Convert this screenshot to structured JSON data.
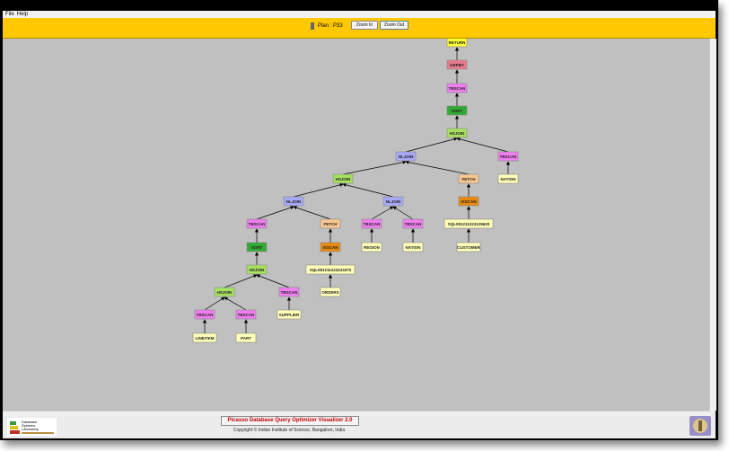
{
  "menu": {
    "file": "File",
    "help": "Help"
  },
  "toolbar": {
    "plan_label": "Plan : P33",
    "zoom_in": "Zoom In",
    "zoom_out": "Zoom Out"
  },
  "footer": {
    "title": "Picasso Database Query Optimizer Visualizer 2.0",
    "copyright": "Copyright © Indian Institute of Science, Bangalore, India",
    "lab_logo": "Database Systems Laboratory",
    "iisc_logo": "Indian Institute of Science"
  },
  "colors": {
    "RETURN": "#ffff33",
    "GRPBY": "#e87a8c",
    "TBSCAN": "#f07ef0",
    "SORT": "#33aa33",
    "HSJOIN": "#a8e060",
    "NLJOIN": "#a8a8f8",
    "FETCH": "#f8c890",
    "IXSCAN": "#e88a10",
    "RELATION": "#ffffb8"
  },
  "plan_tree": [
    {
      "id": "n1",
      "label": "RETURN",
      "type": "RETURN",
      "parent": null
    },
    {
      "id": "n2",
      "label": "GRPBY",
      "type": "GRPBY",
      "parent": "n1"
    },
    {
      "id": "n3",
      "label": "TBSCAN",
      "type": "TBSCAN",
      "parent": "n2"
    },
    {
      "id": "n4",
      "label": "SORT",
      "type": "SORT",
      "parent": "n3"
    },
    {
      "id": "n5",
      "label": "HSJOIN",
      "type": "HSJOIN",
      "parent": "n4"
    },
    {
      "id": "n6",
      "label": "NLJOIN",
      "type": "NLJOIN",
      "parent": "n5"
    },
    {
      "id": "n7",
      "label": "TBSCAN",
      "type": "TBSCAN",
      "parent": "n5"
    },
    {
      "id": "n8",
      "label": "NATION",
      "type": "RELATION",
      "parent": "n7"
    },
    {
      "id": "n9",
      "label": "HSJOIN",
      "type": "HSJOIN",
      "parent": "n6"
    },
    {
      "id": "n10",
      "label": "FETCH",
      "type": "FETCH",
      "parent": "n6"
    },
    {
      "id": "n11",
      "label": "IXSCAN",
      "type": "IXSCAN",
      "parent": "n10"
    },
    {
      "id": "n12",
      "label": "SQL081211223129620",
      "type": "RELATION",
      "parent": "n11"
    },
    {
      "id": "n13",
      "label": "CUSTOMER",
      "type": "RELATION",
      "parent": "n12"
    },
    {
      "id": "n14",
      "label": "NLJOIN",
      "type": "NLJOIN",
      "parent": "n9"
    },
    {
      "id": "n15",
      "label": "NLJOIN",
      "type": "NLJOIN",
      "parent": "n9"
    },
    {
      "id": "n16",
      "label": "TBSCAN",
      "type": "TBSCAN",
      "parent": "n14"
    },
    {
      "id": "n17",
      "label": "FETCH",
      "type": "FETCH",
      "parent": "n14"
    },
    {
      "id": "n18",
      "label": "TBSCAN",
      "type": "TBSCAN",
      "parent": "n15"
    },
    {
      "id": "n19",
      "label": "TBSCAN",
      "type": "TBSCAN",
      "parent": "n15"
    },
    {
      "id": "n20",
      "label": "REGION",
      "type": "RELATION",
      "parent": "n18"
    },
    {
      "id": "n21",
      "label": "NATION",
      "type": "RELATION",
      "parent": "n19"
    },
    {
      "id": "n22",
      "label": "SORT",
      "type": "SORT",
      "parent": "n16"
    },
    {
      "id": "n23",
      "label": "IXSCAN",
      "type": "IXSCAN",
      "parent": "n17"
    },
    {
      "id": "n24",
      "label": "HSJOIN",
      "type": "HSJOIN",
      "parent": "n22"
    },
    {
      "id": "n25",
      "label": "SQL081211223243470",
      "type": "RELATION",
      "parent": "n23"
    },
    {
      "id": "n26",
      "label": "ORDERS",
      "type": "RELATION",
      "parent": "n25"
    },
    {
      "id": "n27",
      "label": "HSJOIN",
      "type": "HSJOIN",
      "parent": "n24"
    },
    {
      "id": "n28",
      "label": "TBSCAN",
      "type": "TBSCAN",
      "parent": "n24"
    },
    {
      "id": "n29",
      "label": "SUPPLIER",
      "type": "RELATION",
      "parent": "n28"
    },
    {
      "id": "n30",
      "label": "TBSCAN",
      "type": "TBSCAN",
      "parent": "n27"
    },
    {
      "id": "n31",
      "label": "TBSCAN",
      "type": "TBSCAN",
      "parent": "n27"
    },
    {
      "id": "n32",
      "label": "LINEITEM",
      "type": "RELATION",
      "parent": "n30"
    },
    {
      "id": "n33",
      "label": "PART",
      "type": "RELATION",
      "parent": "n31"
    }
  ]
}
